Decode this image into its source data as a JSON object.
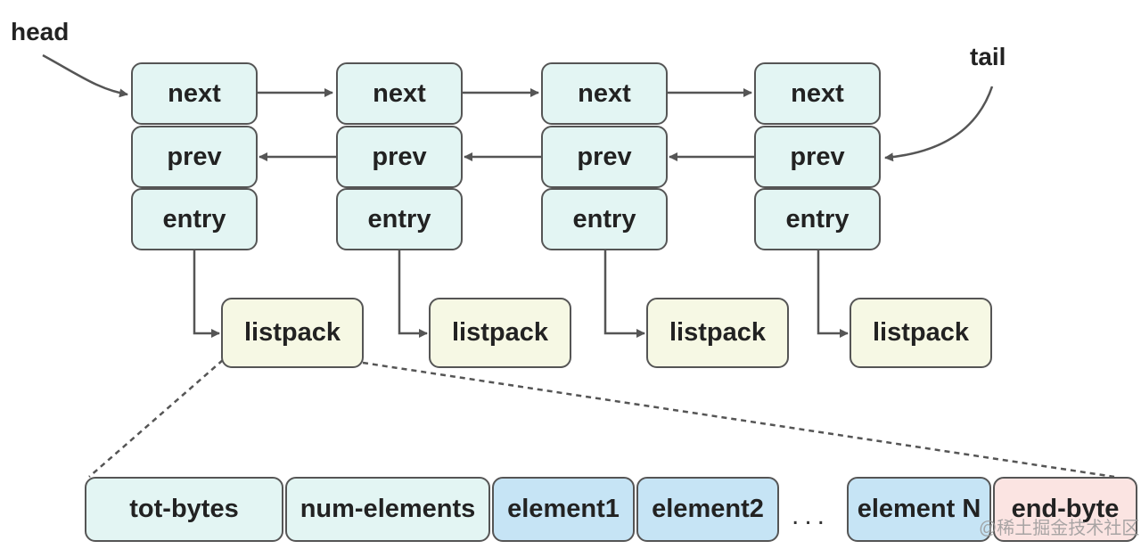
{
  "labels": {
    "head": "head",
    "tail": "tail"
  },
  "nodes": [
    {
      "next": "next",
      "prev": "prev",
      "entry": "entry",
      "listpack": "listpack"
    },
    {
      "next": "next",
      "prev": "prev",
      "entry": "entry",
      "listpack": "listpack"
    },
    {
      "next": "next",
      "prev": "prev",
      "entry": "entry",
      "listpack": "listpack"
    },
    {
      "next": "next",
      "prev": "prev",
      "entry": "entry",
      "listpack": "listpack"
    }
  ],
  "listpack_parts": [
    {
      "label": "tot-bytes",
      "color": "#e3f5f3"
    },
    {
      "label": "num-elements",
      "color": "#e3f5f3"
    },
    {
      "label": "element1",
      "color": "#c6e4f5"
    },
    {
      "label": "element2",
      "color": "#c6e4f5"
    },
    {
      "label": "element N",
      "color": "#c6e4f5"
    },
    {
      "label": "end-byte",
      "color": "#fbe4e2"
    }
  ],
  "ellipsis": "...",
  "watermark": "@稀土掘金技术社区",
  "colors": {
    "stroke": "#555555",
    "node_fill": "#e3f5f3",
    "listpack_fill": "#f6f8e4"
  }
}
